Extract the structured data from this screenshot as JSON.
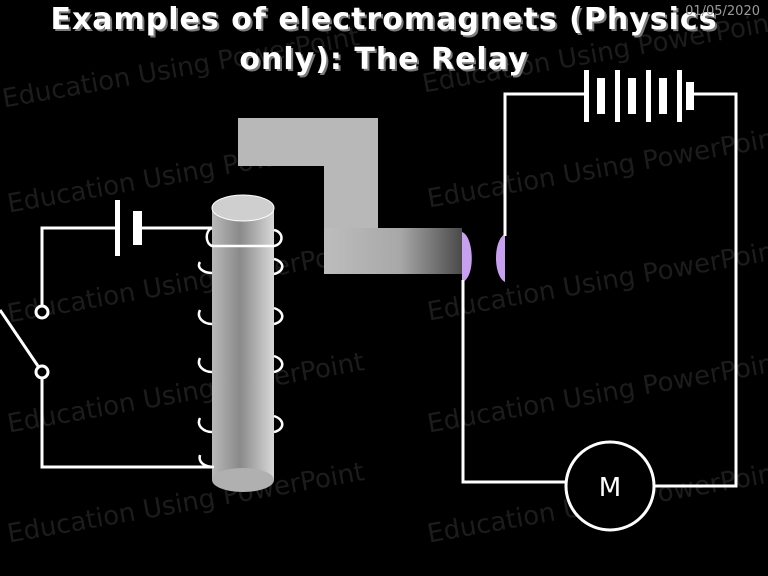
{
  "slide": {
    "title_line1": "Examples of electromagnets (Physics",
    "title_line2": "only): The Relay",
    "date": "01/05/2020",
    "watermark": "Education Using PowerPoint",
    "motor_label": "M"
  },
  "colors": {
    "background": "#000000",
    "wire": "#ffffff",
    "contact": "#c8a0f0",
    "iron_core": "#9a9a9a"
  }
}
